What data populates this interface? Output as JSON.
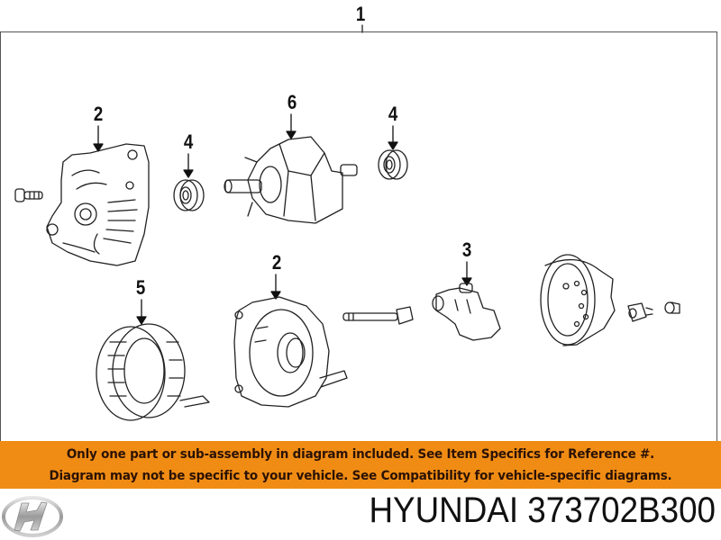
{
  "diagram": {
    "callouts": [
      {
        "id": "1",
        "label": "1",
        "part": "alternator-assembly"
      },
      {
        "id": "2a",
        "label": "2",
        "part": "front-bracket"
      },
      {
        "id": "4a",
        "label": "4",
        "part": "front-bearing"
      },
      {
        "id": "6",
        "label": "6",
        "part": "rotor"
      },
      {
        "id": "4b",
        "label": "4",
        "part": "rear-bearing"
      },
      {
        "id": "5",
        "label": "5",
        "part": "stator"
      },
      {
        "id": "2b",
        "label": "2",
        "part": "rear-bracket"
      },
      {
        "id": "3",
        "label": "3",
        "part": "voltage-regulator"
      }
    ]
  },
  "banner": {
    "line1": "Only one part or sub-assembly in diagram included. See Item Specifics for Reference #.",
    "line2": "Diagram may not be specific to your vehicle. See Compatibility for vehicle-specific diagrams.",
    "background": "#f08c14",
    "text_color": "#2b1204"
  },
  "footer": {
    "brand_logo": "hyundai-logo",
    "title": "HYUNDAI 373702B300"
  }
}
